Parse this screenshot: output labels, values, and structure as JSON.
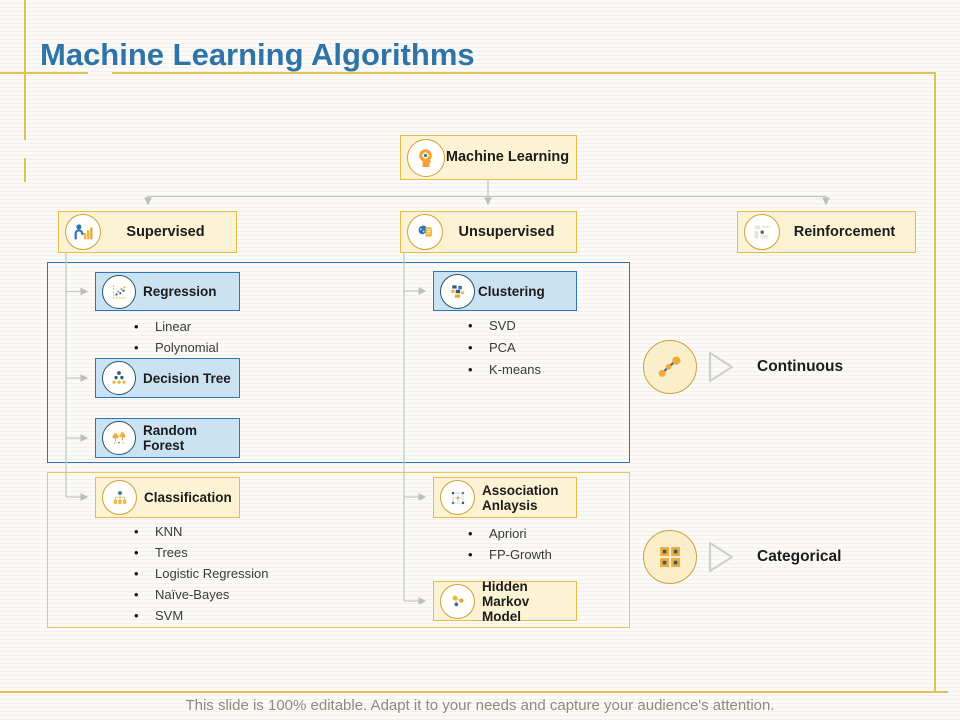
{
  "slide": {
    "title": "Machine Learning Algorithms",
    "footer": "This slide is 100% editable. Adapt it to your needs and capture your audience's attention."
  },
  "root": {
    "label": "Machine Learning",
    "icon": "head-gear-icon"
  },
  "branches": {
    "supervised": {
      "label": "Supervised",
      "icon": "person-chart-icon"
    },
    "unsupervised": {
      "label": "Unsupervised",
      "icon": "brain-document-icon"
    },
    "reinforcement": {
      "label": "Reinforcement",
      "icon": "faint-grid-icon"
    }
  },
  "supervised": {
    "regression": {
      "label": "Regression",
      "icon": "scatter-plot-icon",
      "items": [
        "Linear",
        "Polynomial"
      ]
    },
    "decision_tree": {
      "label": "Decision Tree",
      "icon": "tree-nodes-icon"
    },
    "random_forest": {
      "label": "Random Forest",
      "icon": "forest-icon"
    },
    "classification": {
      "label": "Classification",
      "icon": "hierarchy-icon",
      "items": [
        "KNN",
        "Trees",
        "Logistic Regression",
        "Naïve-Bayes",
        "SVM"
      ]
    }
  },
  "unsupervised": {
    "clustering": {
      "label": "Clustering",
      "icon": "cluster-blocks-icon",
      "items": [
        "SVD",
        "PCA",
        "K-means"
      ]
    },
    "association": {
      "label_line1": "Association",
      "label_line2": "Anlaysis",
      "icon": "linked-grid-icon",
      "items": [
        "Apriori",
        "FP-Growth"
      ]
    },
    "hidden_markov": {
      "label_line1": "Hidden",
      "label_line2": "Markov Model",
      "icon": "linked-circles-icon"
    }
  },
  "outputs": {
    "continuous": {
      "label": "Continuous",
      "icon": "line-points-icon"
    },
    "categorical": {
      "label": "Categorical",
      "icon": "four-squares-icon"
    }
  },
  "colors": {
    "title_blue": "#2f74a9",
    "gold_border": "#edba45",
    "gold_fill": "#fcf3d4",
    "blue_border": "#2f74b5",
    "blue_fill": "#cbe2f2",
    "frame_line": "#dfc156",
    "connector_gray": "#c5c5c5"
  }
}
